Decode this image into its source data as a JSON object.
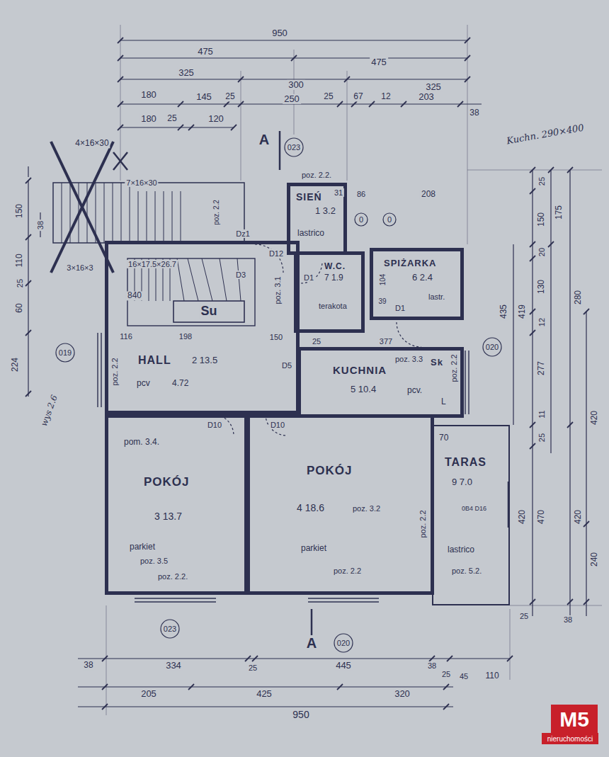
{
  "diagram": {
    "nodes": [
      {
        "text": [
          "SIEŃ",
          "1 3.2",
          "lastrico"
        ]
      },
      {
        "text": [
          "W.C.",
          "7 1.9",
          "terakota"
        ]
      },
      {
        "text": [
          "SPIŻARKA",
          "6 2.4",
          "lastr."
        ]
      },
      {
        "text": [
          "HALL",
          "2 13.5",
          "pcv",
          "4.72"
        ]
      },
      {
        "text": [
          "poz. 3.3",
          "KUCHNIA",
          "5 10.4",
          "pcv.",
          "Sk",
          "L"
        ]
      },
      {
        "text": [
          "pom. 3.4.",
          "POKÓJ",
          "3 13.7",
          "parkiet",
          "poz. 3.5",
          "poz. 2.2."
        ]
      },
      {
        "text": [
          "POKÓJ",
          "4 18.6",
          "poz. 3.2",
          "parkiet",
          "poz. 2.2"
        ]
      },
      {
        "text": [
          "70",
          "TARAS",
          "9 7.0",
          "0B4 D16",
          "lastrico",
          "poz. 5.2."
        ]
      }
    ],
    "labels": [
      "950",
      "475",
      "475",
      "325",
      "300",
      "325",
      "180",
      "145",
      "25",
      "250",
      "25",
      "67",
      "12",
      "203",
      "38",
      "180",
      "25",
      "120",
      "A",
      "023",
      "poz. 2.2.",
      "31",
      "86",
      "208",
      "0",
      "0",
      "4×16×30",
      "7×16×30",
      "3×16×3",
      "16×17.5×26.7",
      "840",
      "Su",
      "116",
      "198",
      "150",
      "25",
      "377",
      "104",
      "39",
      "Dz1",
      "D12",
      "D3",
      "D1",
      "D1",
      "D5",
      "D10",
      "D10",
      "poz. 2.2",
      "poz. 2.2",
      "poz. 3.1",
      "poz. 2.2",
      "poz. 2.2",
      "wys 2.6",
      "019",
      "020",
      "Kuchn. 290×400",
      "25",
      "150",
      "175",
      "20",
      "130",
      "280",
      "12",
      "435",
      "419",
      "277",
      "11",
      "420",
      "25",
      "420",
      "470",
      "420",
      "240",
      "25",
      "38",
      "150",
      "38",
      "110",
      "25",
      "60",
      "224",
      "023",
      "A",
      "020",
      "38",
      "334",
      "25",
      "445",
      "38",
      "25",
      "45",
      "110",
      "205",
      "425",
      "320",
      "950",
      "M5",
      "nieruchomości"
    ]
  }
}
